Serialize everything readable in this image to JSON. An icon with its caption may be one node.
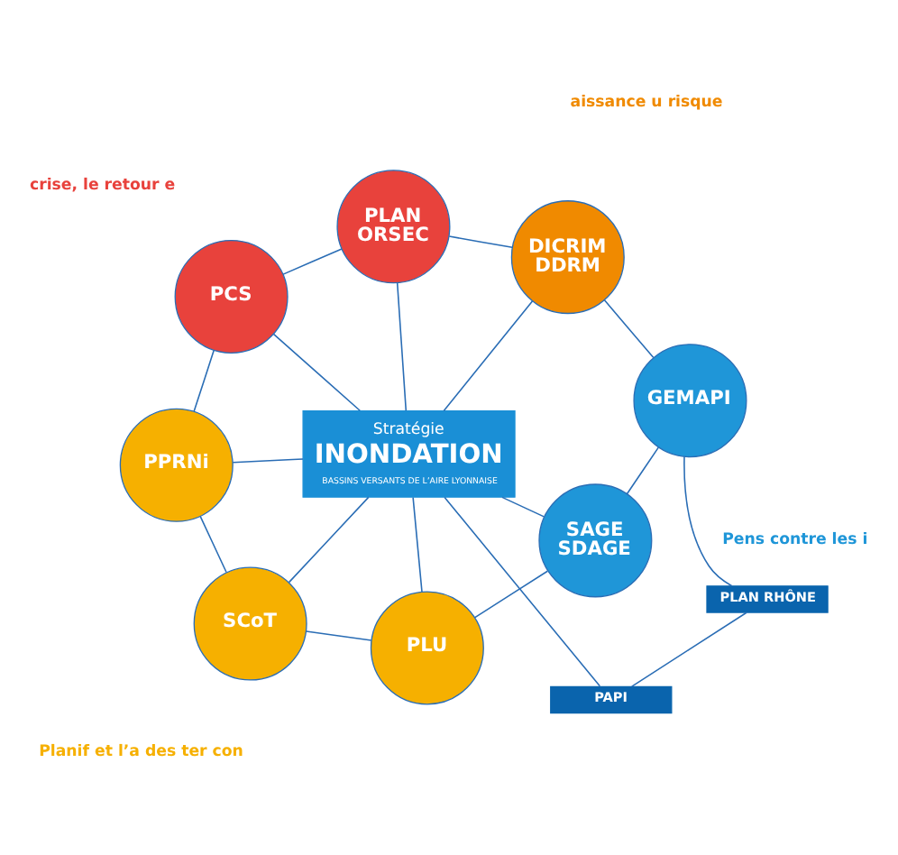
{
  "diagram": {
    "nodes": [
      {
        "text": [
          "PPRNi"
        ]
      },
      {
        "text": [
          "PCS"
        ]
      },
      {
        "text": [
          "SCoT"
        ]
      },
      {
        "text": [
          "Stratégie",
          "INONDATION",
          "BASSINS VERSANTS DE L’AIRE LYONNAISE"
        ]
      },
      {
        "text": [
          "PLAN ORSEC"
        ]
      },
      {
        "text": [
          "PLU"
        ]
      },
      {
        "text": [
          "PAPI"
        ]
      },
      {
        "text": [
          "PLAN RHÔNE"
        ]
      },
      {
        "text": [
          "DICRIM DDRM"
        ]
      },
      {
        "text": [
          "SAGE SDAGE"
        ]
      },
      {
        "text": [
          "GEMAPI"
        ]
      }
    ],
    "edges": [
      {
        "from": 3,
        "to": 0,
        "arrow": "none"
      },
      {
        "from": 3,
        "to": 2,
        "arrow": "none"
      },
      {
        "from": 3,
        "to": 5,
        "arrow": "none"
      },
      {
        "from": 3,
        "to": 9,
        "arrow": "none"
      },
      {
        "from": 3,
        "to": 6,
        "arrow": "none"
      },
      {
        "from": 6,
        "to": 7,
        "arrow": "none"
      },
      {
        "from": 7,
        "to": 10,
        "arrow": "none"
      },
      {
        "from": 3,
        "to": 8,
        "arrow": "none"
      },
      {
        "from": 3,
        "to": 4,
        "arrow": "none"
      },
      {
        "from": 3,
        "to": 1,
        "arrow": "none"
      },
      {
        "from": 0,
        "to": 2,
        "arrow": "none"
      },
      {
        "from": 2,
        "to": 5,
        "arrow": "none"
      },
      {
        "from": 5,
        "to": 9,
        "arrow": "none"
      },
      {
        "from": 9,
        "to": 10,
        "arrow": "none"
      },
      {
        "from": 10,
        "to": 8,
        "arrow": "none"
      },
      {
        "from": 8,
        "to": 4,
        "arrow": "none"
      },
      {
        "from": 4,
        "to": 1,
        "arrow": "none"
      },
      {
        "from": 1,
        "to": 0,
        "arrow": "none"
      }
    ],
    "labels": [
      "crise, le retour e",
      "Planif et l’a des ter con",
      "aissance u risque",
      "Pens contre les i"
    ]
  }
}
